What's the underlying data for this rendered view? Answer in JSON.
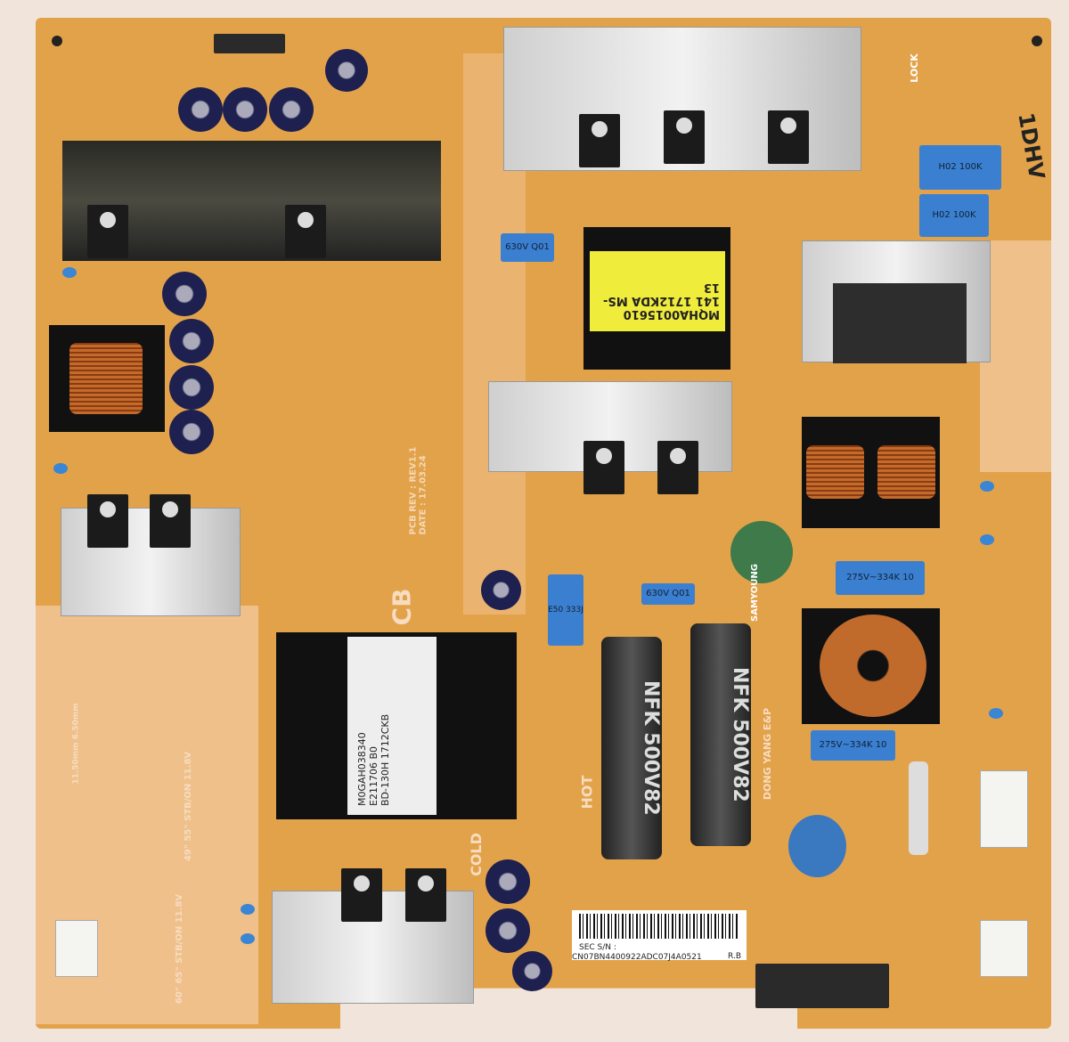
{
  "image": {
    "subject": "power-supply-board",
    "colors": {
      "board": "#e2a24a",
      "silkscreen": "#f3c9a0",
      "heatsink": "#d8d8d8",
      "capacitor_blue": "#3b7fd0",
      "background": "#f1e4da"
    }
  },
  "labels": {
    "serial_label": "SEC S/N : CN07BN4400922ADC07J4A0521",
    "serial_rev": "R.B",
    "main_transformer": [
      "M0GAH038340",
      "E211706 B0",
      "BD-130H 1712CKB"
    ],
    "yellow_transformer": [
      "MQHA0015610",
      "141 1712KDA MS-13"
    ],
    "pcb_rev": "PCB REV : REV1.1",
    "pcb_date": "DATE : 17.03.24",
    "hot": "HOT",
    "cold": "COLD",
    "cb_mark": "CB",
    "lock": "LOCK",
    "bulk_caps": [
      "NFK 500V82",
      "NFK 500V82"
    ],
    "cap_brand": "SAMYOUNG",
    "film_cap_630v": [
      "630V Q01",
      "630V Q01"
    ],
    "film_cap_h02": [
      "H02 100K",
      "H02 100K"
    ],
    "x_caps": [
      "275V~334K 10",
      "275V~334K 10"
    ],
    "cap_333j": "E50 333J",
    "dongyang": "DONG YANG E&P",
    "size_label": "49\" 55\" STB/ON 11.8V",
    "size_label_2": "60\" 65\" STB/ON 11.8V",
    "dims": "11.50mm 6.50mm",
    "handwriting": "1DHV"
  }
}
